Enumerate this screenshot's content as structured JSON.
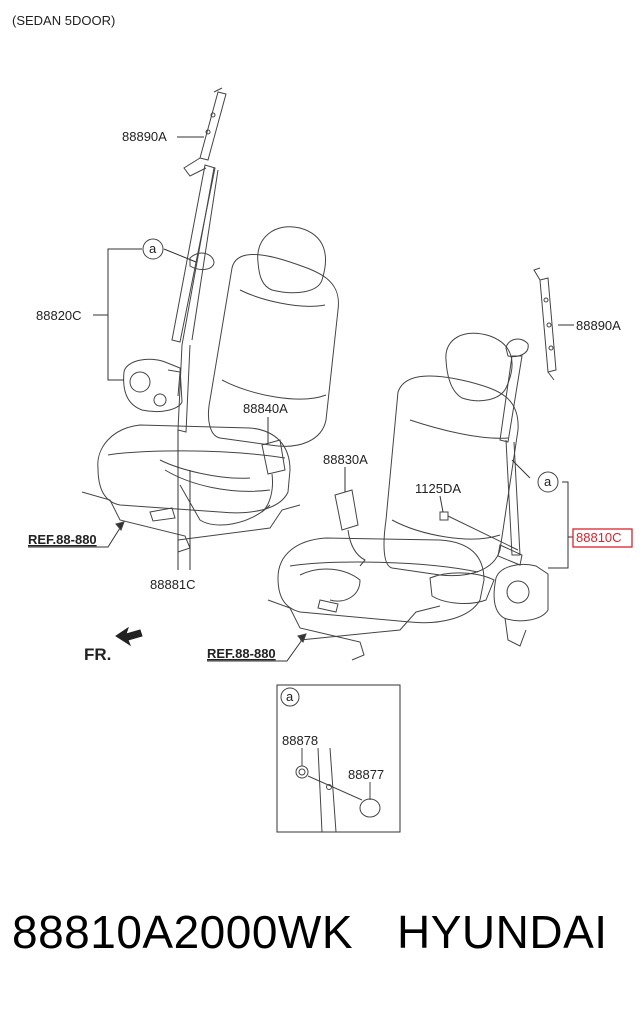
{
  "header": {
    "variant": "(SEDAN 5DOOR)"
  },
  "labels": {
    "p88890a_left": "88890A",
    "p88820c": "88820C",
    "callout_a_left": "a",
    "p88840a": "88840A",
    "p88830a": "88830A",
    "p1125da": "1125DA",
    "callout_a_right": "a",
    "p88810c": "88810C",
    "p88890a_right": "88890A",
    "ref_left": "REF.88-880",
    "p88881c": "88881C",
    "fr": "FR.",
    "ref_right": "REF.88-880",
    "inset_a": "a",
    "p88878": "88878",
    "p88877": "88877"
  },
  "footer": {
    "part_number": "88810A2000WK",
    "brand": "HYUNDAI"
  },
  "colors": {
    "highlight": "#d9232d",
    "line": "#333333",
    "fill": "#ffffff"
  }
}
